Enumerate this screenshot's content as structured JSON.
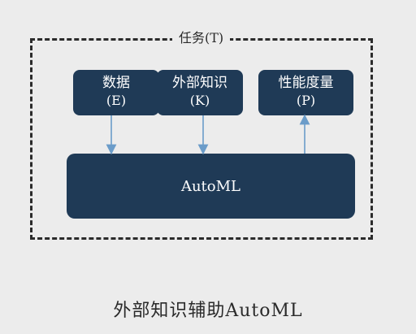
{
  "diagram": {
    "task_label": "任务(T)",
    "nodes": {
      "data": {
        "title": "数据",
        "code": "(E)"
      },
      "knowledge": {
        "title": "外部知识",
        "code": "(K)"
      },
      "performance": {
        "title": "性能度量",
        "code": "(P)"
      },
      "automl": {
        "label": "AutoML"
      }
    },
    "colors": {
      "node_fill": "#1f3a56",
      "arrow": "#6b9cc9",
      "frame": "#2b2b2b",
      "background": "#ececec"
    }
  },
  "caption": "外部知识辅助AutoML"
}
